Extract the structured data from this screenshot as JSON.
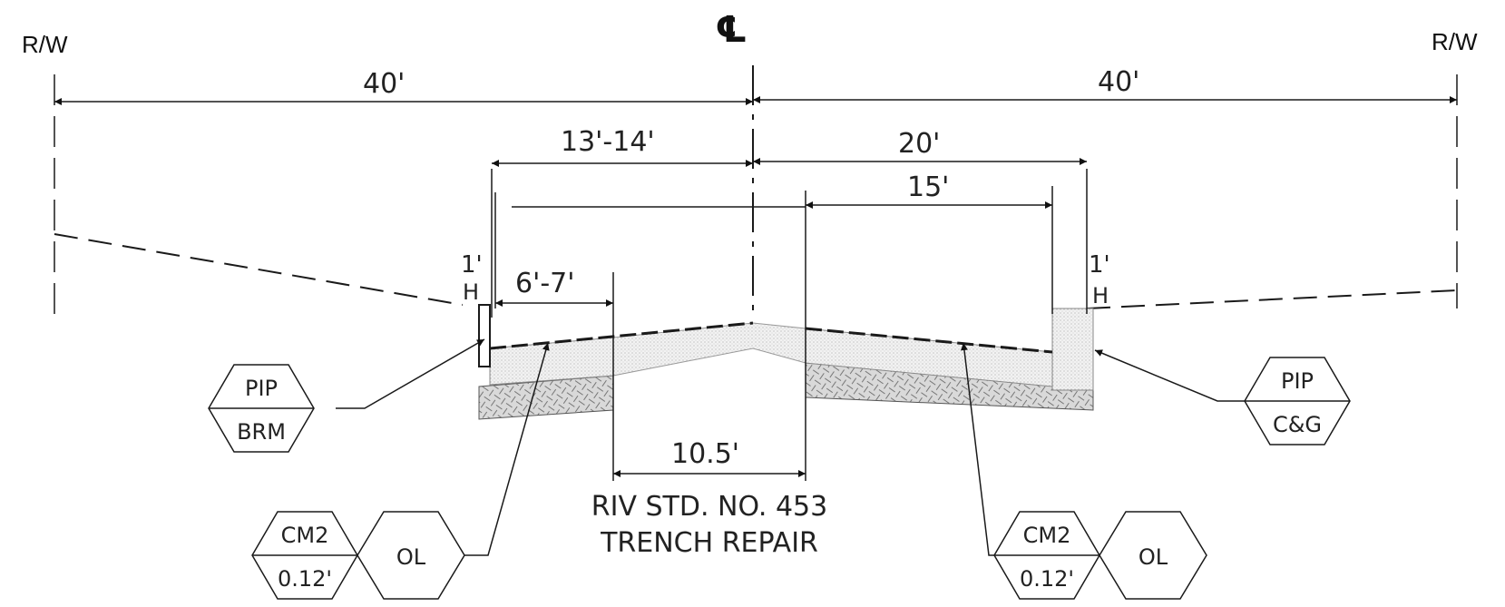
{
  "right_of_way": {
    "left": "R/W",
    "right": "R/W"
  },
  "centerline_symbol": "℄",
  "dimensions": {
    "left_row": "40'",
    "right_row": "40'",
    "left_edge": "13'-14'",
    "right_edge": "20'",
    "right_lane": "15'",
    "left_shoulder": "6'-7'",
    "left_berm_height": "1'",
    "right_curb_height": "1'",
    "trench_width": "10.5'"
  },
  "trench_note": {
    "line1": "RIV STD. NO. 453",
    "line2": "TRENCH REPAIR"
  },
  "callouts": {
    "pip_berm": {
      "top": "PIP",
      "bottom": "BRM"
    },
    "pip_cg": {
      "top": "PIP",
      "bottom": "C&G"
    },
    "cm2_left": {
      "top": "CM2",
      "bottom": "0.12'",
      "tag": "OL"
    },
    "cm2_right": {
      "top": "CM2",
      "bottom": "0.12'",
      "tag": "OL"
    }
  }
}
